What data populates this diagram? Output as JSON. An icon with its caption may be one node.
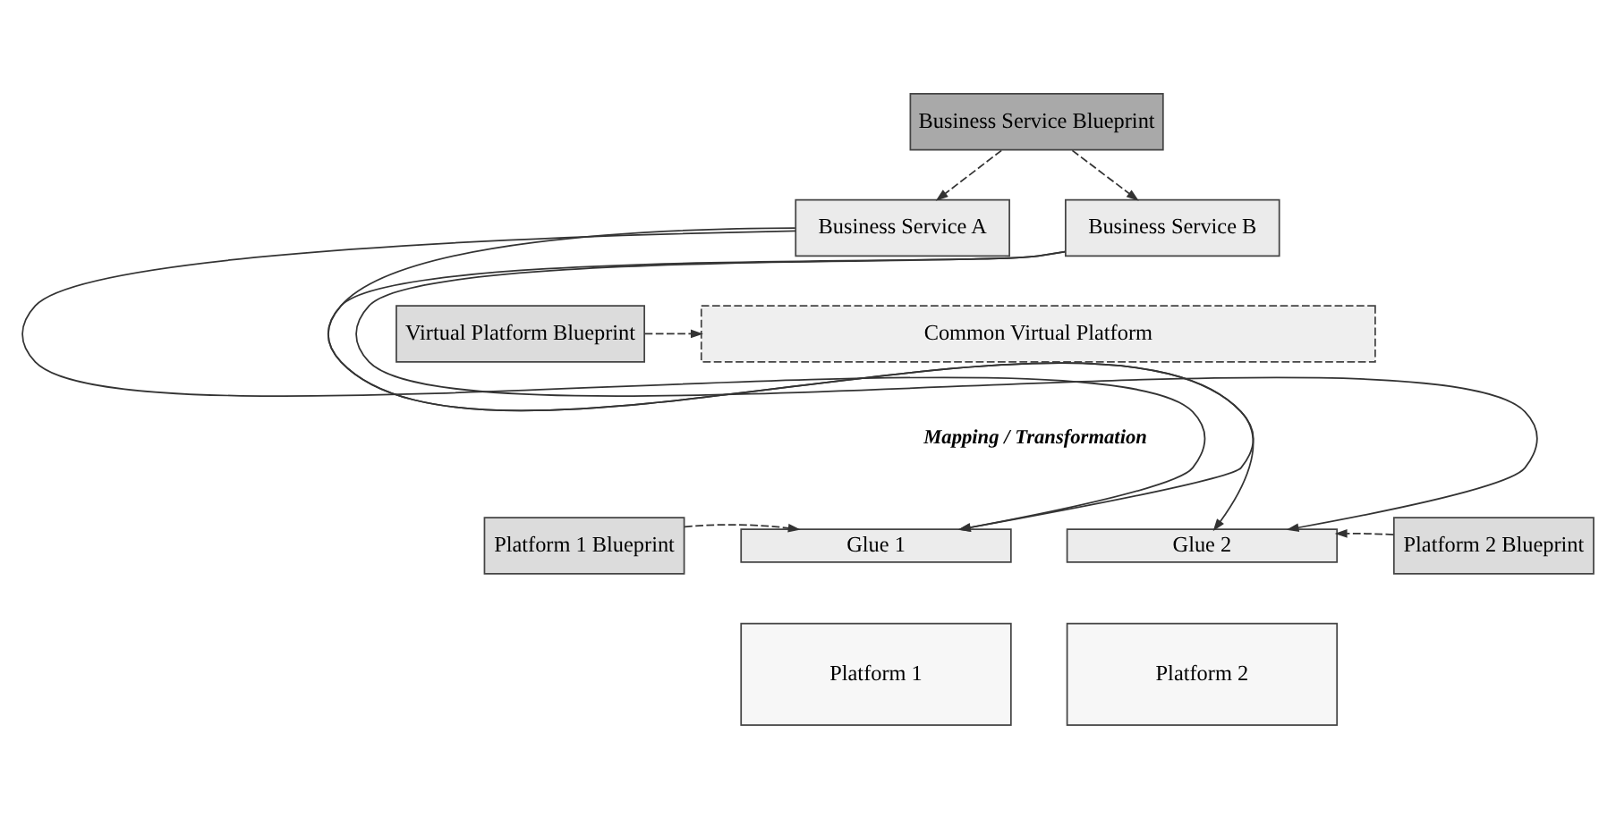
{
  "diagram": {
    "nodes": [
      {
        "text": [
          "Business Service Blueprint"
        ]
      },
      {
        "text": [
          "Business Service A"
        ]
      },
      {
        "text": [
          "Business Service B"
        ]
      },
      {
        "text": [
          "Common Virtual Platform"
        ]
      },
      {
        "text": [
          "Virtual Platform Blueprint"
        ]
      },
      {
        "text": [
          "Platform 1 Blueprint"
        ]
      },
      {
        "text": [
          "Glue 1"
        ]
      },
      {
        "text": [
          "Glue 2"
        ]
      },
      {
        "text": [
          "Platform 2 Blueprint"
        ]
      },
      {
        "text": [
          "Platform 1"
        ]
      },
      {
        "text": [
          "Platform 2"
        ]
      }
    ],
    "edges": [
      {
        "from": 0,
        "to": 1,
        "arrow": "to",
        "style": "dashed"
      },
      {
        "from": 0,
        "to": 2,
        "arrow": "to",
        "style": "dashed"
      },
      {
        "from": 1,
        "to": 6,
        "arrow": "to"
      },
      {
        "from": 1,
        "to": 7,
        "arrow": "to"
      },
      {
        "from": 2,
        "to": 6,
        "arrow": "to"
      },
      {
        "from": 2,
        "to": 7,
        "arrow": "to"
      },
      {
        "from": 4,
        "to": 3,
        "arrow": "to",
        "style": "dashed"
      },
      {
        "from": 5,
        "to": 6,
        "arrow": "to",
        "style": "dashed"
      },
      {
        "from": 8,
        "to": 7,
        "arrow": "to",
        "style": "dashed"
      }
    ],
    "labels": [
      "Mapping / Transformation"
    ]
  }
}
